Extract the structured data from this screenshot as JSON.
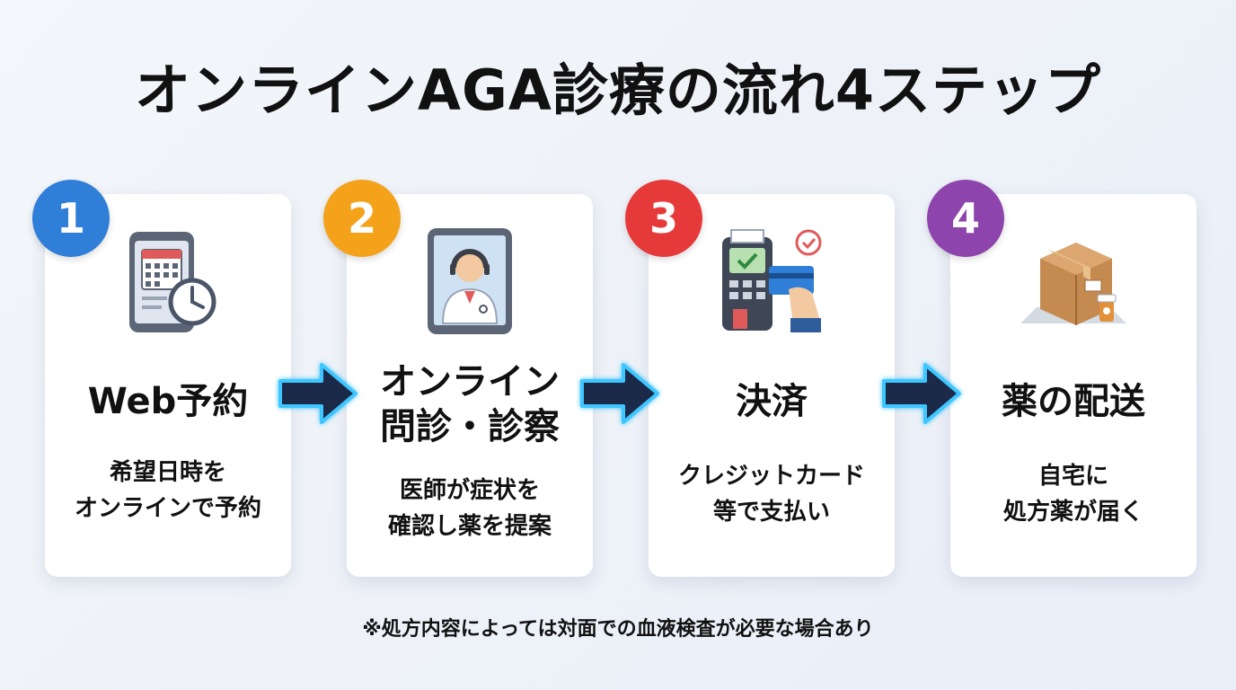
{
  "title": "オンラインAGA診療の流れ4ステップ",
  "colors": {
    "step1": "#2f7ed8",
    "step2": "#f5a21b",
    "step3": "#e63a3a",
    "step4": "#8e44ad",
    "arrow": "#1e2a4a",
    "arrow_glow": "#3ec6ff"
  },
  "steps": [
    {
      "number": "1",
      "title_lines": [
        "Web予約"
      ],
      "desc_lines": [
        "希望日時を",
        "オンラインで予約"
      ],
      "icon": "smartphone-calendar-icon"
    },
    {
      "number": "2",
      "title_lines": [
        "オンライン",
        "問診・診察"
      ],
      "desc_lines": [
        "医師が症状を",
        "確認し薬を提案"
      ],
      "icon": "tablet-doctor-icon"
    },
    {
      "number": "3",
      "title_lines": [
        "決済"
      ],
      "desc_lines": [
        "クレジットカード",
        "等で支払い"
      ],
      "icon": "payment-terminal-icon"
    },
    {
      "number": "4",
      "title_lines": [
        "薬の配送"
      ],
      "desc_lines": [
        "自宅に",
        "処方薬が届く"
      ],
      "icon": "delivery-box-icon"
    }
  ],
  "note": "※処方内容によっては対面での血液検査が必要な場合あり"
}
